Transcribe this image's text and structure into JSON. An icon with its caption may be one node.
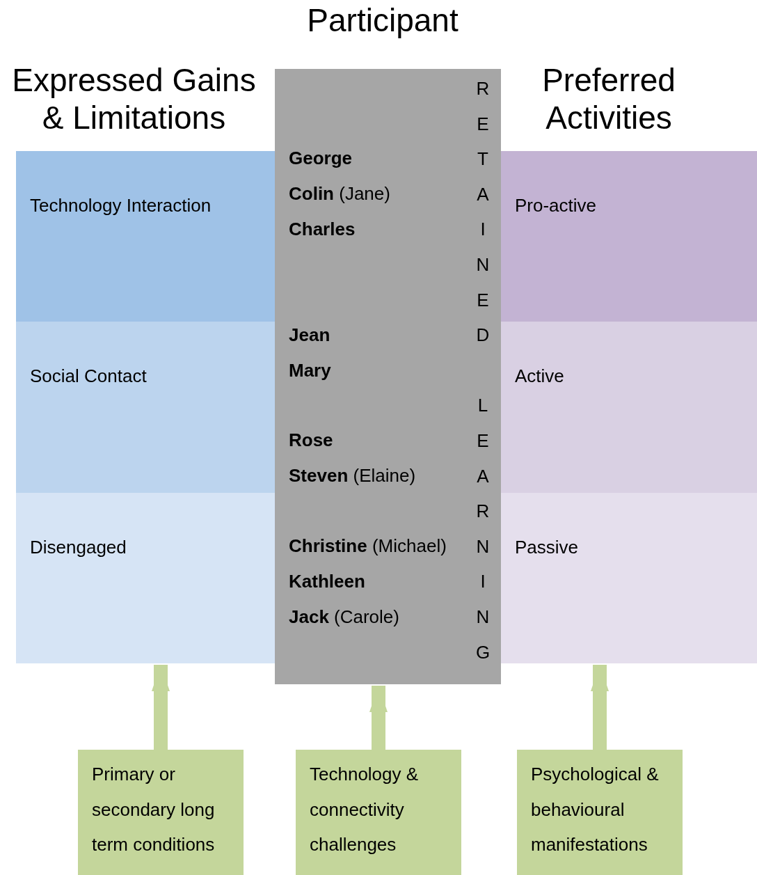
{
  "diagram": {
    "nodes": [
      {
        "text": [
          "Expressed Gains & Limitations"
        ]
      },
      {
        "text": [
          "Technology Interaction"
        ],
        "in": 0
      },
      {
        "text": [
          "Social Contact"
        ],
        "in": 0
      },
      {
        "text": [
          "Disengaged"
        ],
        "in": 0
      },
      {
        "text": [
          "Participant",
          "George",
          "Colin (Jane)",
          "Charles",
          "Jean",
          "Mary",
          "Rose",
          "Steven (Elaine)",
          "Christine (Michael)",
          "Kathleen",
          "Jack (Carole)"
        ]
      },
      {
        "text": [
          "Preferred Activities"
        ]
      },
      {
        "text": [
          "Pro-active"
        ],
        "in": 5
      },
      {
        "text": [
          "Active"
        ],
        "in": 5
      },
      {
        "text": [
          "Passive"
        ],
        "in": 5
      },
      {
        "text": [
          "Primary or secondary long term conditions"
        ]
      },
      {
        "text": [
          "Technology & connectivity challenges"
        ]
      },
      {
        "text": [
          "Psychological & behavioural manifestations"
        ]
      }
    ],
    "edges": [
      {
        "from": 9,
        "to": 0,
        "arrow": "to"
      },
      {
        "from": 10,
        "to": 4,
        "arrow": "to"
      },
      {
        "from": 11,
        "to": 5,
        "arrow": "to"
      }
    ],
    "labels": [
      "RETAINED LEARNING"
    ]
  }
}
